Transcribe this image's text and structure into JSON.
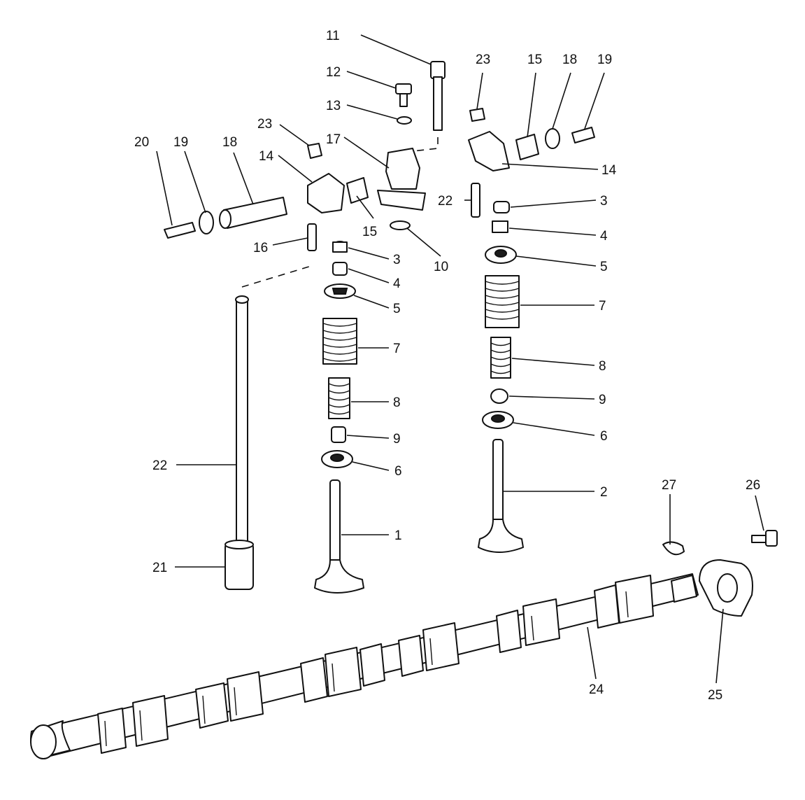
{
  "diagram": {
    "callouts": [
      "1",
      "2",
      "3",
      "3",
      "4",
      "4",
      "5",
      "5",
      "6",
      "6",
      "7",
      "7",
      "8",
      "8",
      "9",
      "9",
      "10",
      "11",
      "12",
      "13",
      "14",
      "14",
      "15",
      "15",
      "16",
      "17",
      "18",
      "18",
      "19",
      "19",
      "20",
      "21",
      "22",
      "22",
      "23",
      "23",
      "24",
      "25",
      "26",
      "27"
    ]
  }
}
